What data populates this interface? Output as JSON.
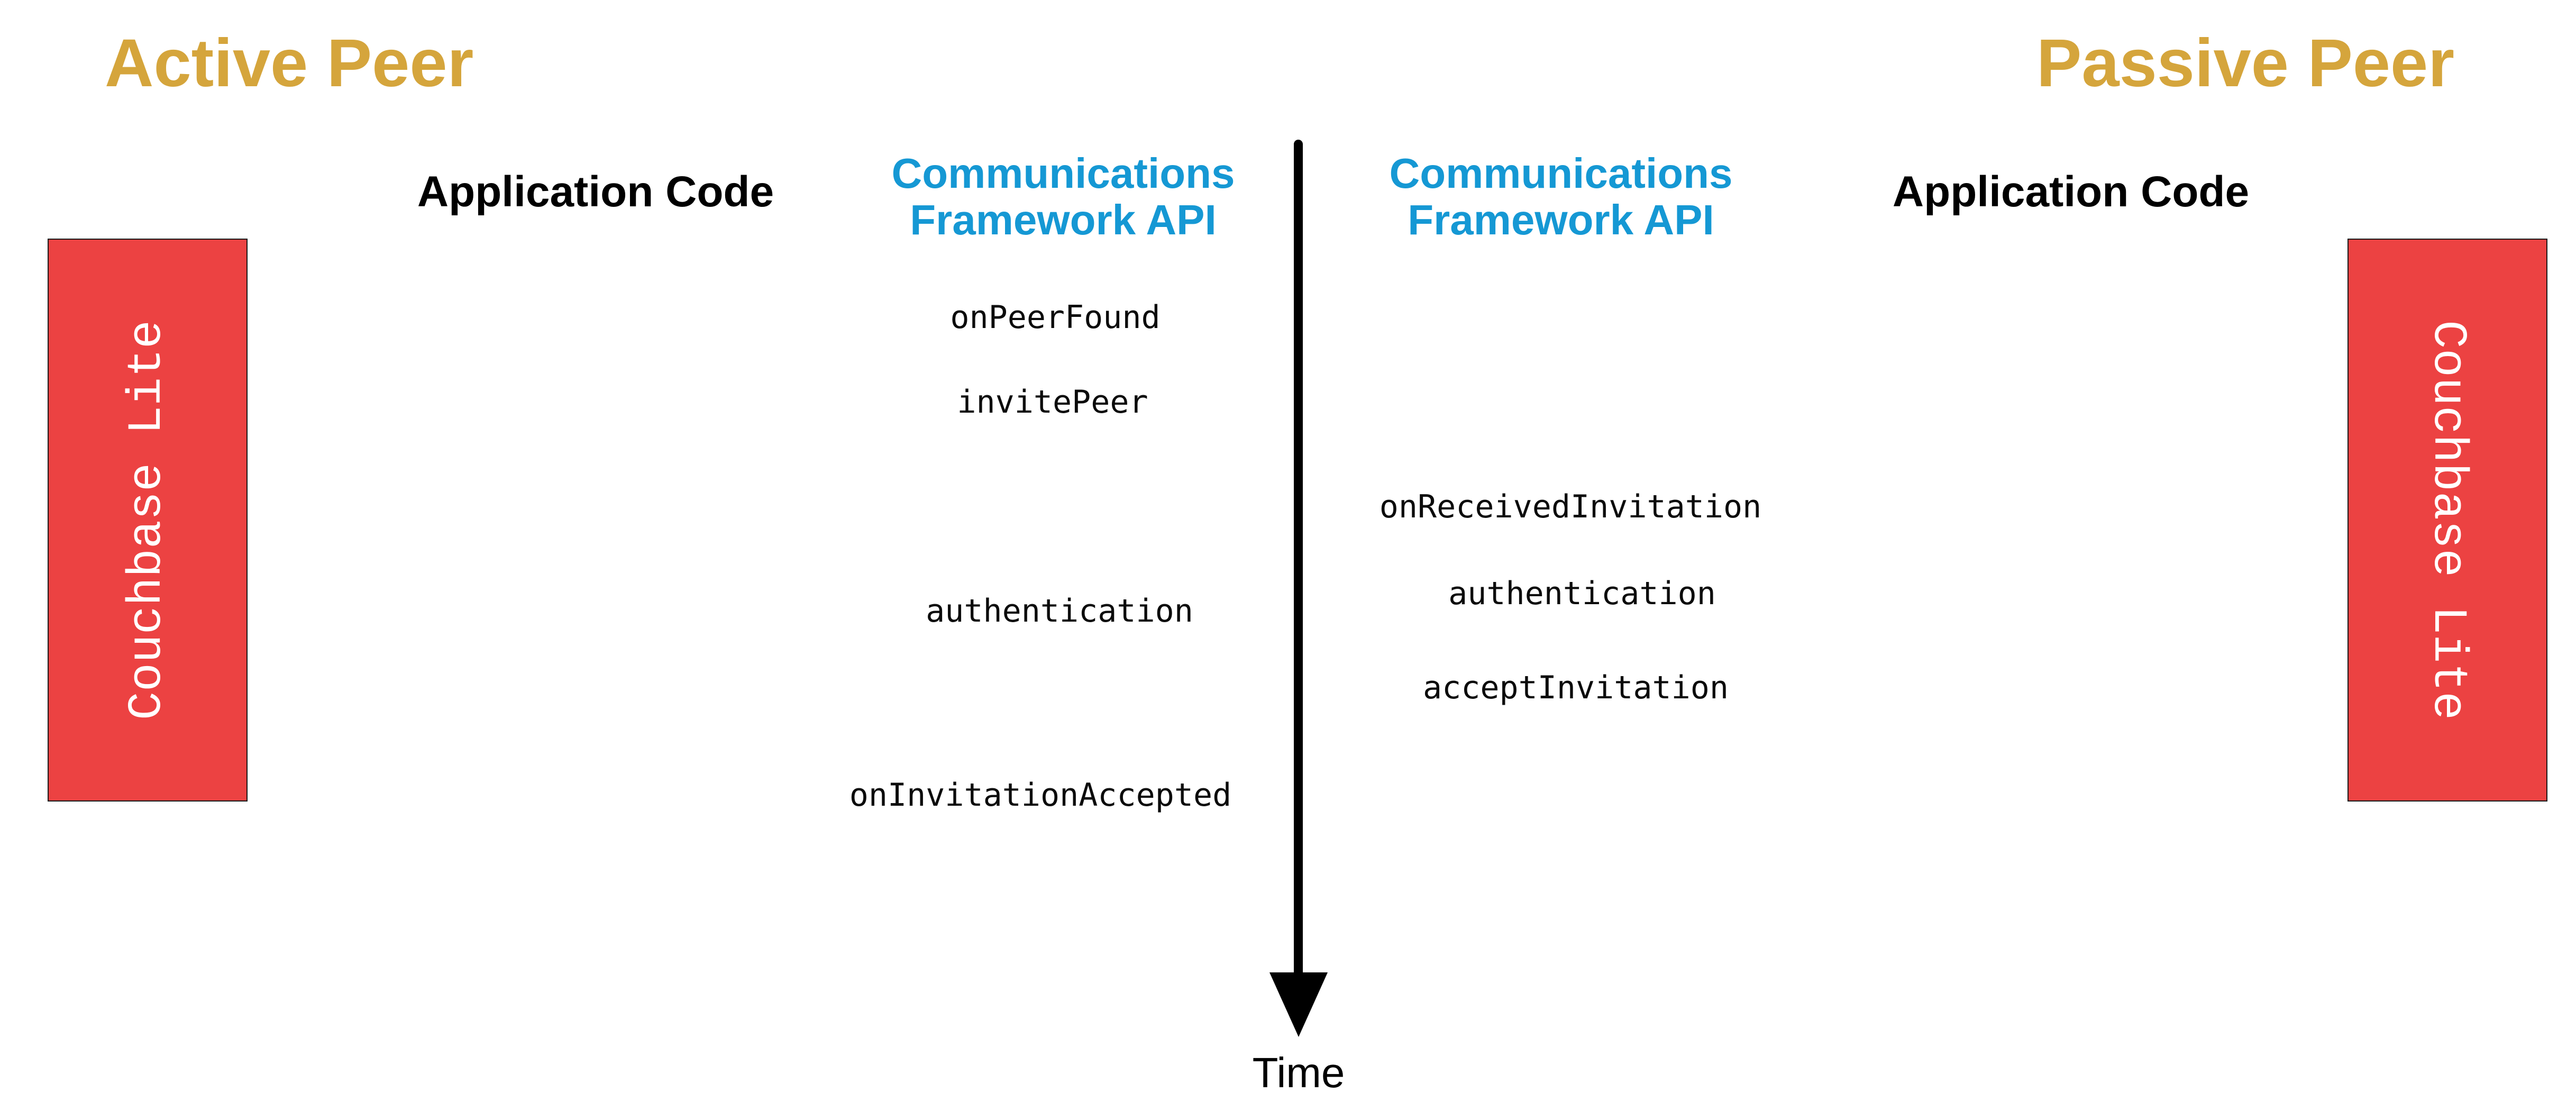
{
  "titles": {
    "active_peer": "Active Peer",
    "passive_peer": "Passive Peer"
  },
  "column_headings": {
    "app_code_left": "Application Code",
    "app_code_right": "Application Code",
    "comms_left": {
      "line1": "Communications",
      "line2": "Framework API"
    },
    "comms_right": {
      "line1": "Communications",
      "line2": "Framework API"
    }
  },
  "boxes": {
    "left_label": "Couchbase Lite",
    "right_label": "Couchbase Lite"
  },
  "api_calls": {
    "left": [
      "onPeerFound",
      "invitePeer",
      "authentication",
      "onInvitationAccepted"
    ],
    "right": [
      "onReceivedInvitation",
      "authentication",
      "acceptInvitation"
    ]
  },
  "timeline": {
    "label": "Time"
  },
  "colors": {
    "peer_gold": "#D5A53C",
    "api_blue": "#1598D4",
    "couchbase_red": "#EC4242",
    "box_border": "#1A1A1A",
    "box_text": "#FFFFFF",
    "ink": "#000000"
  }
}
